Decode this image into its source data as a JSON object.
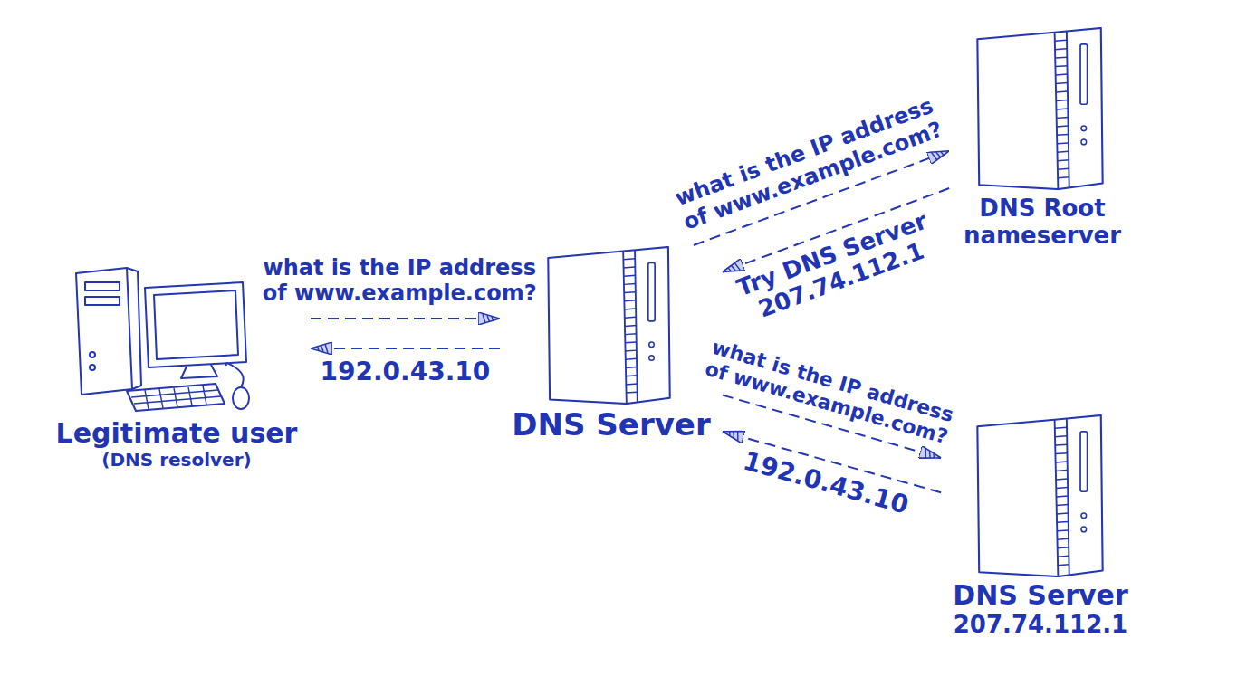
{
  "diagram": {
    "nodes": [
      {
        "text": [
          "Legitimate user",
          "(DNS resolver)"
        ]
      },
      {
        "text": [
          "DNS Server"
        ]
      },
      {
        "text": [
          "DNS Root nameserver"
        ]
      },
      {
        "text": [
          "DNS Server",
          "207.74.112.1"
        ]
      }
    ],
    "edges": [
      {
        "from": 0,
        "to": 1,
        "arrow": "to",
        "label": "what is the IP address of www.example.com?"
      },
      {
        "from": 1,
        "to": 0,
        "arrow": "to",
        "label": "192.0.43.10"
      },
      {
        "from": 1,
        "to": 2,
        "arrow": "to",
        "label": "what is the IP address of www.example.com?"
      },
      {
        "from": 2,
        "to": 1,
        "arrow": "to",
        "label": "Try DNS Server 207.74.112.1"
      },
      {
        "from": 1,
        "to": 3,
        "arrow": "to",
        "label": "what is the IP address of www.example.com?"
      },
      {
        "from": 3,
        "to": 1,
        "arrow": "to",
        "label": "192.0.43.10"
      }
    ]
  }
}
